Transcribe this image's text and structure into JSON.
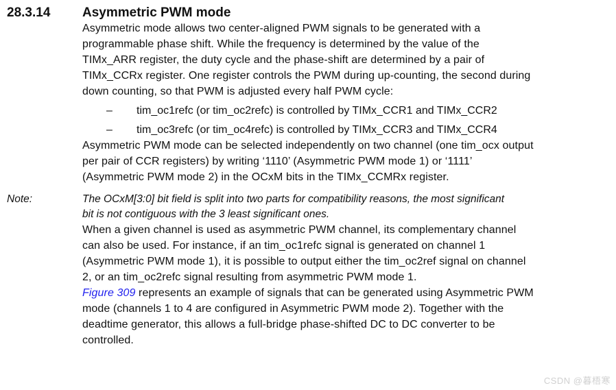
{
  "heading": {
    "section_number": "28.3.14",
    "title": "Asymmetric PWM mode"
  },
  "paragraph1": {
    "lines": [
      "Asymmetric mode allows two center-aligned PWM signals to be generated with a",
      "programmable phase shift. While the frequency is determined by the value of the",
      "TIMx_ARR register, the duty cycle and the phase-shift are determined by a pair of",
      "TIMx_CCRx register. One register controls the PWM during up-counting, the second during",
      "down counting, so that PWM is adjusted every half PWM cycle:"
    ]
  },
  "bullet_list": {
    "marker": "–",
    "items": [
      "tim_oc1refc (or tim_oc2refc) is controlled by TIMx_CCR1 and TIMx_CCR2",
      "tim_oc3refc (or tim_oc4refc) is controlled by TIMx_CCR3 and TIMx_CCR4"
    ]
  },
  "paragraph2": {
    "lines": [
      "Asymmetric PWM mode can be selected independently on two channel (one tim_ocx output",
      "per pair of CCR registers) by writing ‘1110’ (Asymmetric PWM mode 1) or ‘1111’",
      "(Asymmetric PWM mode 2) in the OCxM bits in the TIMx_CCMRx register."
    ]
  },
  "note": {
    "label": "Note:",
    "lines": [
      "The OCxM[3:0] bit field is split into two parts for compatibility reasons, the most significant",
      "bit is not contiguous with the 3 least significant ones."
    ]
  },
  "paragraph3": {
    "lines": [
      "When a given channel is used as asymmetric PWM channel, its complementary channel",
      "can also be used. For instance, if an tim_oc1refc signal is generated on channel 1",
      "(Asymmetric PWM mode 1), it is possible to output either the tim_oc2ref signal on channel",
      "2, or an tim_oc2refc signal resulting from asymmetric PWM mode 1."
    ]
  },
  "paragraph4": {
    "link_text": "Figure 309",
    "lines_after_link": [
      " represents an example of signals that can be generated using Asymmetric PWM",
      "mode (channels 1 to 4 are configured in Asymmetric PWM mode 2). Together with the",
      "deadtime generator, this allows a full-bridge phase-shifted DC to DC converter to be",
      "controlled."
    ]
  },
  "watermark": {
    "text": "CSDN @暮梧寒"
  },
  "colors": {
    "text": "#111111",
    "link": "#2222ee",
    "watermark": "#d0d0d0",
    "background": "#ffffff"
  }
}
